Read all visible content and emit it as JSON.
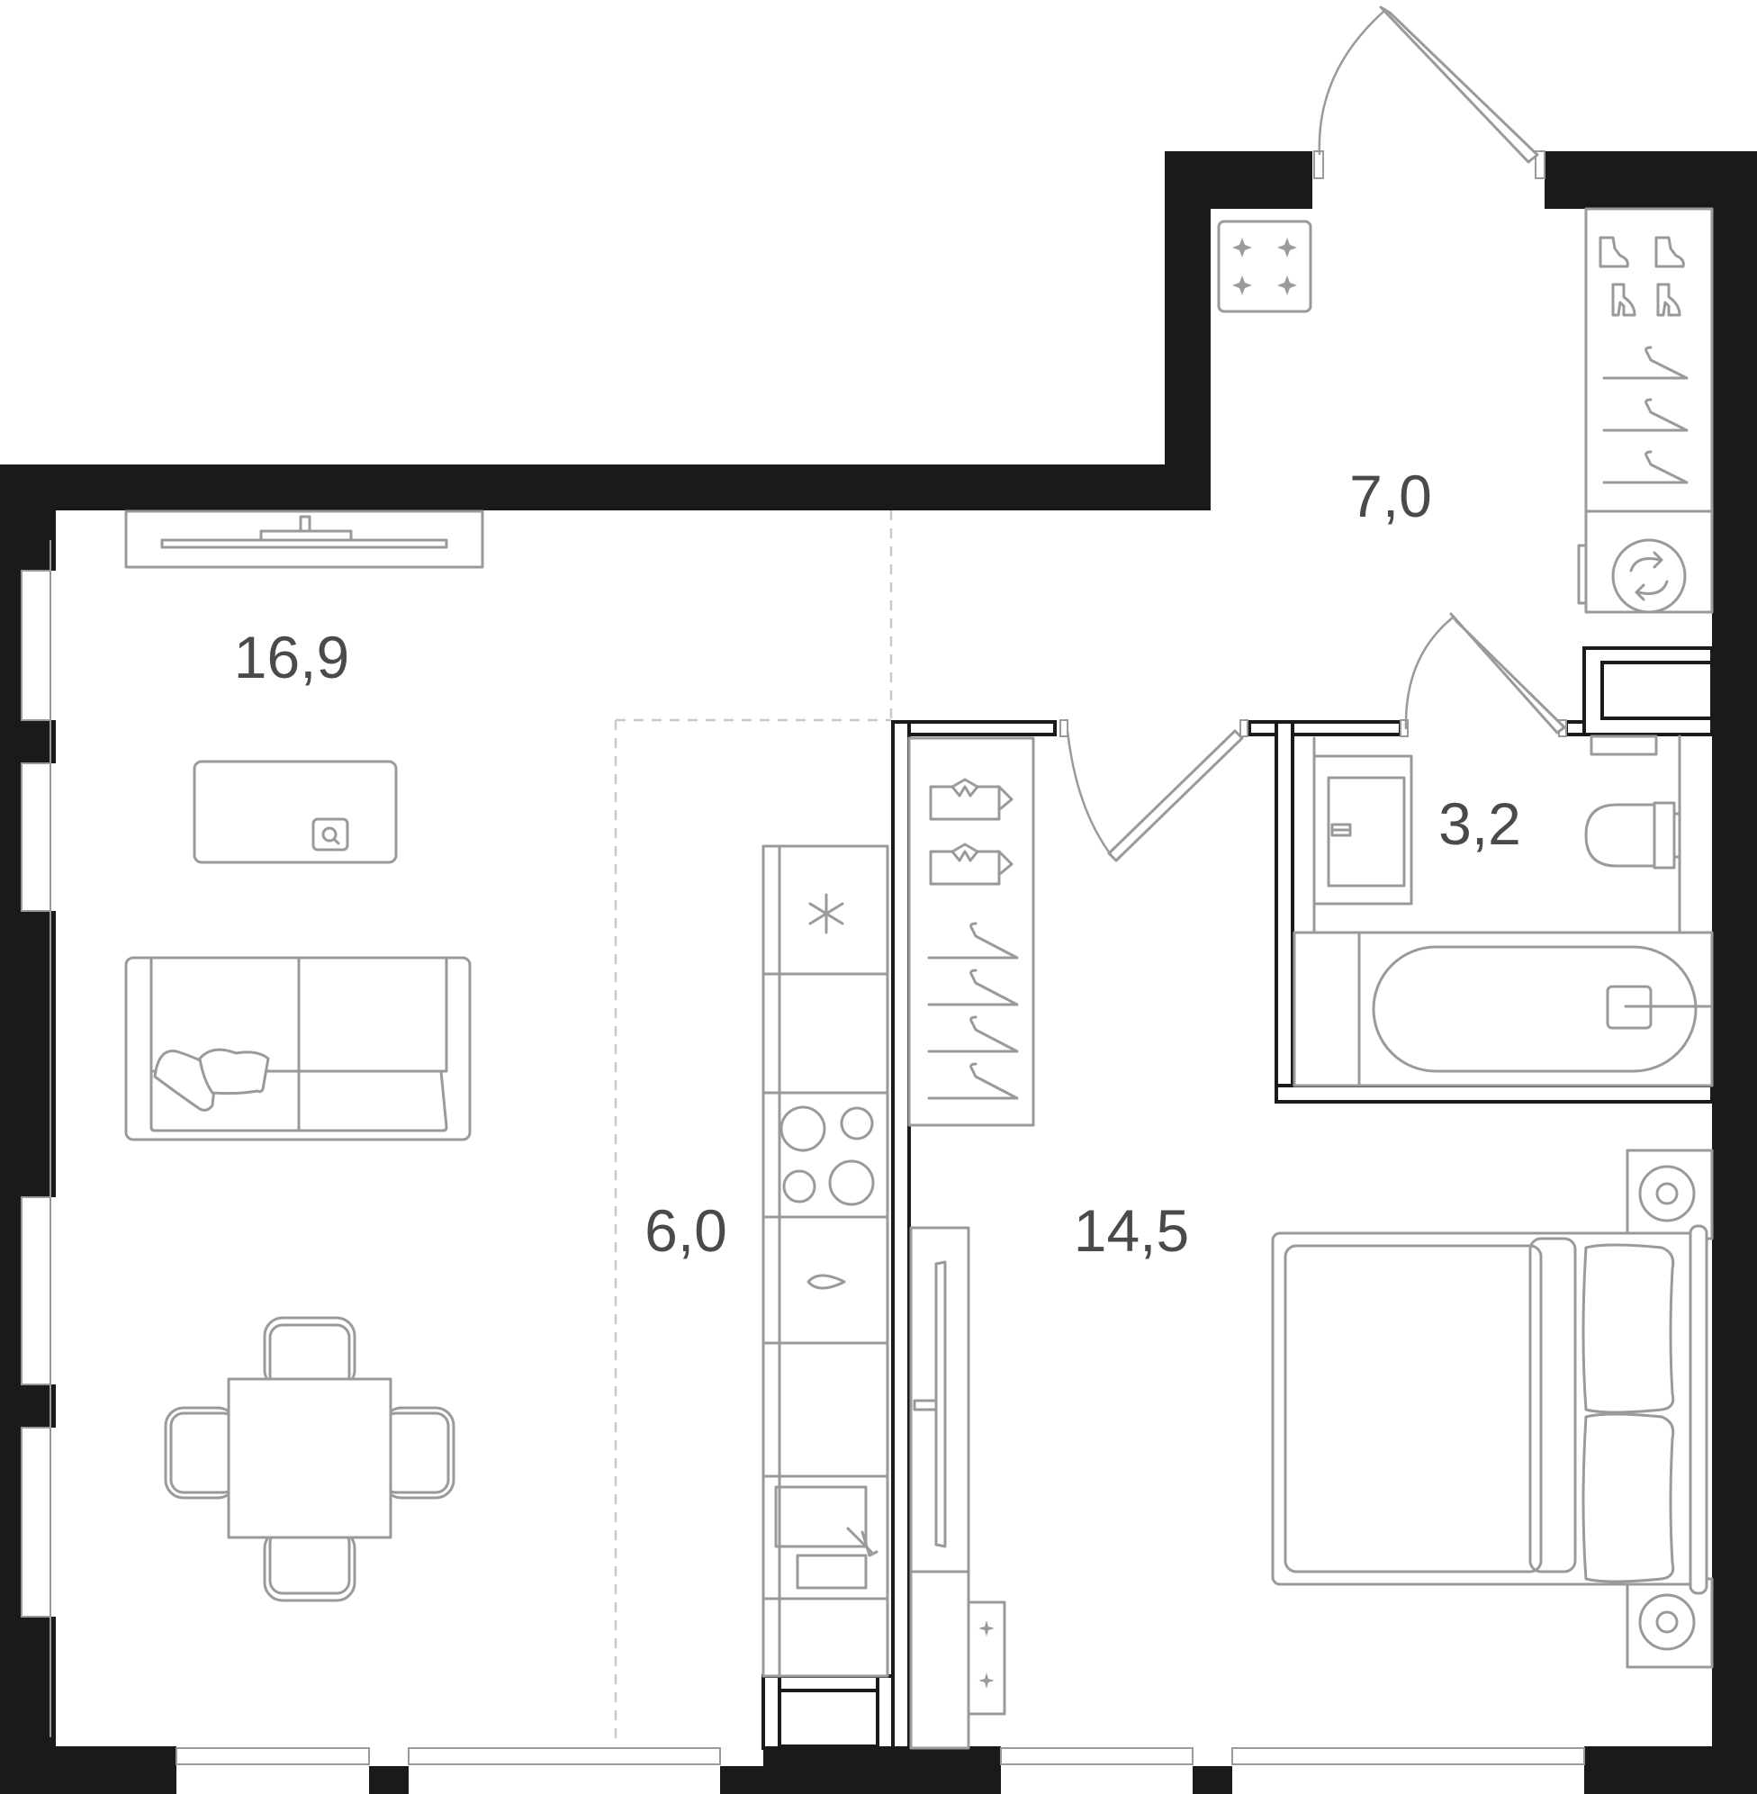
{
  "rooms": {
    "living": {
      "area": "16,9"
    },
    "kitchen": {
      "area": "6,0"
    },
    "hall": {
      "area": "7,0"
    },
    "bathroom": {
      "area": "3,2"
    },
    "bedroom": {
      "area": "14,5"
    }
  },
  "colors": {
    "wall": "#1a1a1a",
    "furniture_stroke": "#9a9a9a",
    "label": "#4a4a4a",
    "zone_divider": "#c8c8c8",
    "background": "#ffffff"
  },
  "icons": [
    "tv-icon",
    "sofa-icon",
    "coffee-table-icon",
    "dining-table-icon",
    "wardrobe-icon",
    "shoe-rack-icon",
    "hanger-icon",
    "washing-machine-icon",
    "fridge-icon",
    "hob-icon",
    "sink-icon",
    "bed-icon",
    "nightstand-icon",
    "toilet-icon",
    "bathtub-icon",
    "washbasin-icon",
    "shelf-icon"
  ]
}
